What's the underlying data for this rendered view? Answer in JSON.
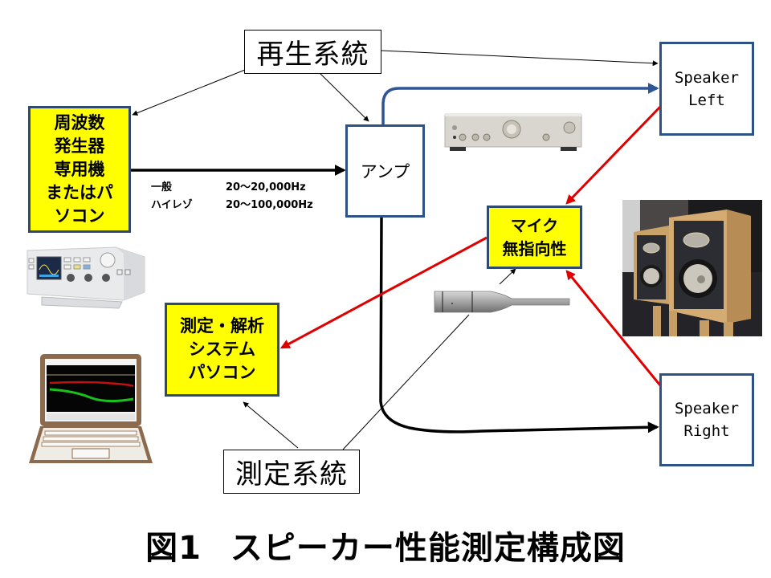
{
  "diagram": {
    "caption": {
      "figure_number": "図1",
      "title": "スピーカー性能測定構成図"
    },
    "labels": {
      "playback_system": "再生系統",
      "measurement_system": "測定系統"
    },
    "nodes": {
      "signal_generator": {
        "lines": [
          "周波数",
          "発生器",
          "専用機",
          "またはパ",
          "ソコン"
        ]
      },
      "amplifier": {
        "text": "アンプ"
      },
      "speaker_left": {
        "lines": [
          "Speaker",
          "Left"
        ]
      },
      "speaker_right": {
        "lines": [
          "Speaker",
          "Right"
        ]
      },
      "microphone": {
        "lines": [
          "マイク",
          "無指向性"
        ]
      },
      "analysis_pc": {
        "lines": [
          "測定・解析",
          "システム",
          "パソコン"
        ]
      }
    },
    "frequency_ranges": [
      {
        "label": "一般",
        "range": "20～20,000Hz"
      },
      {
        "label": "ハイレゾ",
        "range": "20～100,000Hz"
      }
    ],
    "pictures": [
      {
        "name": "function-generator-photo"
      },
      {
        "name": "amplifier-photo"
      },
      {
        "name": "measurement-microphone-photo"
      },
      {
        "name": "speakers-photo"
      },
      {
        "name": "laptop-illustration"
      }
    ],
    "colors": {
      "highlight_box": "#ffff00",
      "box_border": "#2f5286",
      "signal_left": "#2f5597",
      "signal_right": "#000000",
      "acoustic_path": "#e00000"
    }
  }
}
